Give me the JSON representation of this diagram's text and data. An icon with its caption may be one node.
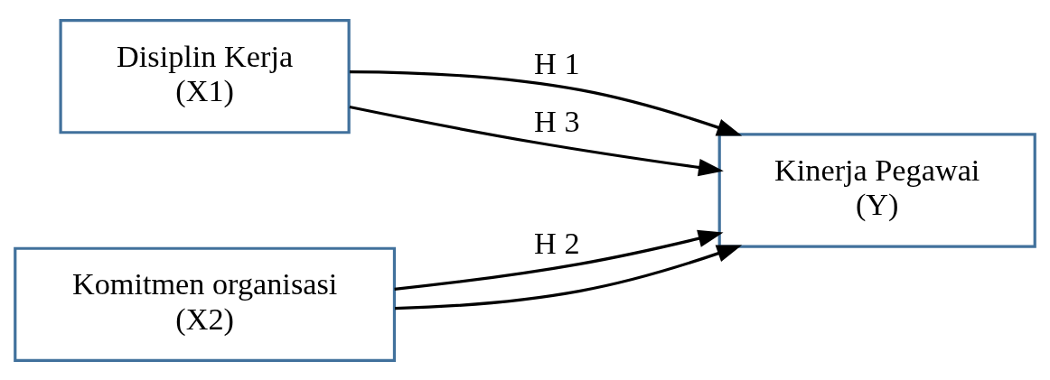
{
  "diagram": {
    "nodes": [
      {
        "text": [
          "Disiplin Kerja",
          "(X1)"
        ]
      },
      {
        "text": [
          "Komitmen organisasi",
          "(X2)"
        ]
      },
      {
        "text": [
          "Kinerja Pegawai",
          "(Y)"
        ]
      }
    ],
    "edges": [
      {
        "from": 0,
        "to": 2,
        "arrow": "to",
        "label": "H 1"
      },
      {
        "from": 1,
        "to": 2,
        "arrow": "to",
        "label": "H 2"
      },
      {
        "from": 0,
        "to": 2,
        "arrow": "to",
        "label": "H 3"
      },
      {
        "from": 1,
        "to": 2,
        "arrow": "to"
      }
    ]
  }
}
